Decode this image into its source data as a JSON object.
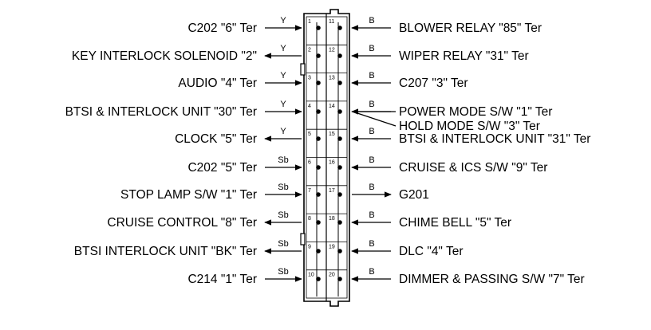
{
  "connector": {
    "pins_left": [
      "1",
      "2",
      "3",
      "4",
      "5",
      "6",
      "7",
      "8",
      "9",
      "10"
    ],
    "pins_right": [
      "11",
      "12",
      "13",
      "14",
      "15",
      "16",
      "17",
      "18",
      "19",
      "20"
    ]
  },
  "left_rows": [
    {
      "label": "C202 \"6\" Ter",
      "wire": "Y",
      "direction": "in"
    },
    {
      "label": "KEY INTERLOCK SOLENOID \"2\"",
      "wire": "Y",
      "direction": "out"
    },
    {
      "label": "AUDIO \"4\" Ter",
      "wire": "Y",
      "direction": "in"
    },
    {
      "label": "BTSI & INTERLOCK UNIT \"30\" Ter",
      "wire": "Y",
      "direction": "in"
    },
    {
      "label": "CLOCK \"5\" Ter",
      "wire": "Y",
      "direction": "out"
    },
    {
      "label": "C202 \"5\" Ter",
      "wire": "Sb",
      "direction": "in"
    },
    {
      "label": "STOP LAMP S/W \"1\" Ter",
      "wire": "Sb",
      "direction": "in"
    },
    {
      "label": "CRUISE CONTROL \"8\" Ter",
      "wire": "Sb",
      "direction": "out"
    },
    {
      "label": "BTSI  INTERLOCK UNIT \"BK\" Ter",
      "wire": "Sb",
      "direction": "out"
    },
    {
      "label": "C214 \"1\" Ter",
      "wire": "Sb",
      "direction": "in"
    }
  ],
  "right_rows": [
    {
      "label": "BLOWER RELAY \"85\" Ter",
      "wire": "B",
      "direction": "in"
    },
    {
      "label": "WIPER RELAY \"31\" Ter",
      "wire": "B",
      "direction": "in"
    },
    {
      "label": "C207 \"3\" Ter",
      "wire": "B",
      "direction": "in"
    },
    {
      "label": "POWER MODE S/W \"1\" Ter",
      "wire": "B",
      "direction": "in"
    },
    {
      "label": "BTSI & INTERLOCK UNIT \"31\" Ter",
      "wire": "B",
      "direction": "in"
    },
    {
      "label": "CRUISE & ICS S/W \"9\" Ter",
      "wire": "B",
      "direction": "in"
    },
    {
      "label": "G201",
      "wire": "B",
      "direction": "out"
    },
    {
      "label": "CHIME BELL \"5\" Ter",
      "wire": "B",
      "direction": "in"
    },
    {
      "label": "DLC \"4\" Ter",
      "wire": "B",
      "direction": "in"
    },
    {
      "label": "DIMMER & PASSING S/W \"7\" Ter",
      "wire": "B",
      "direction": "in"
    }
  ],
  "extra_right": {
    "label": "HOLD MODE S/W \"3\" Ter"
  }
}
